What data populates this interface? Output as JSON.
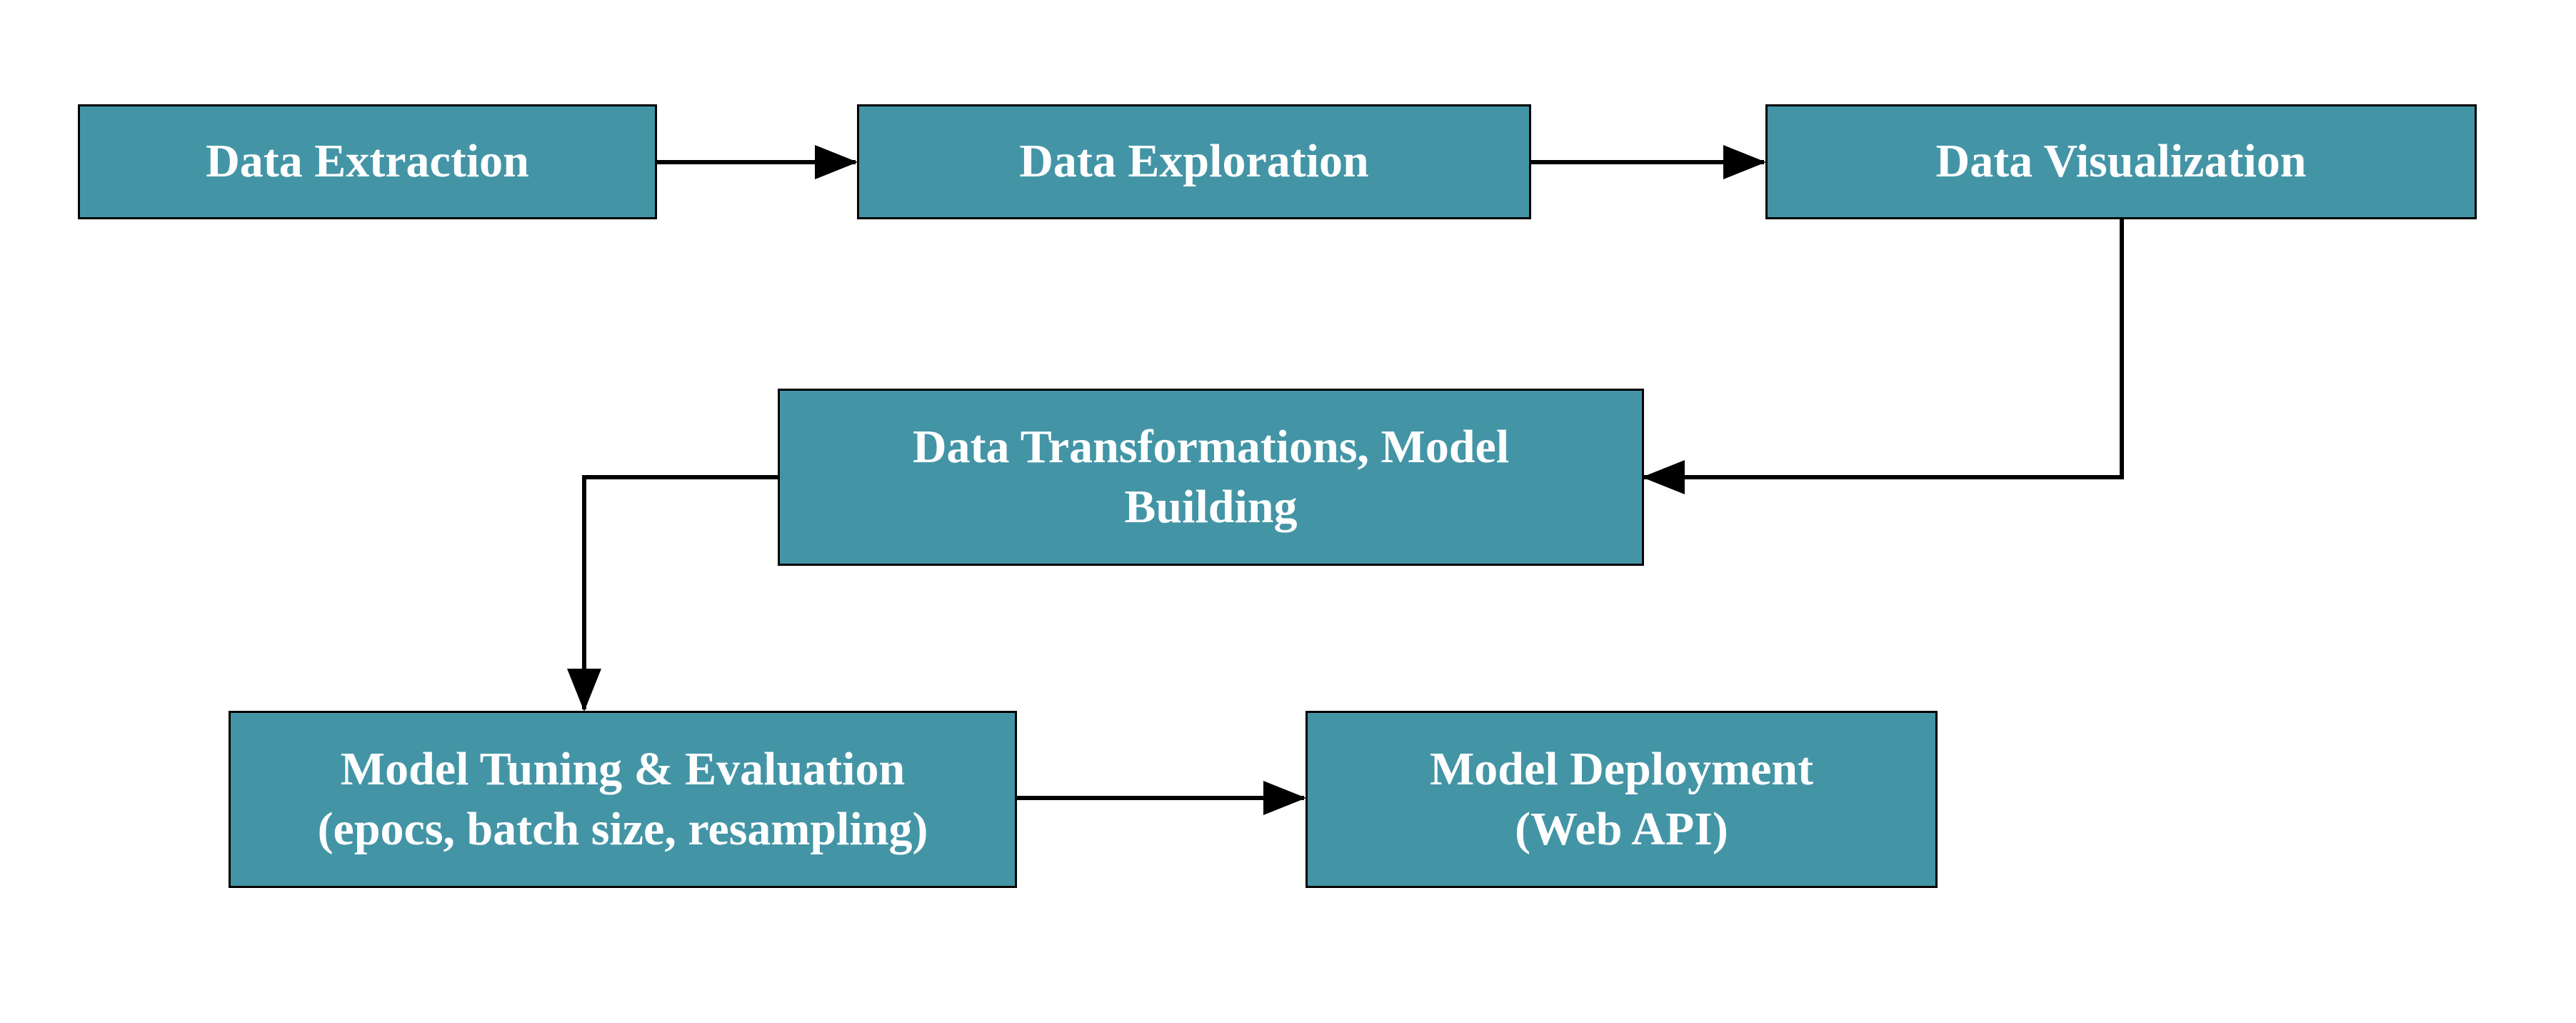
{
  "diagram": {
    "colors": {
      "node_fill": "#4395a6",
      "node_border": "#000000",
      "node_text": "#ffffff",
      "edge": "#000000",
      "background": "#ffffff"
    },
    "nodes": {
      "data_extraction": {
        "label": "Data Extraction"
      },
      "data_exploration": {
        "label": "Data Exploration"
      },
      "data_visualization": {
        "label": "Data Visualization"
      },
      "data_transformations": {
        "label": "Data Transformations, Model\nBuilding"
      },
      "model_tuning": {
        "label": "Model Tuning & Evaluation\n(epocs, batch size, resampling)"
      },
      "model_deployment": {
        "label": "Model Deployment\n(Web API)"
      }
    },
    "edges": [
      {
        "from": "data_extraction",
        "to": "data_exploration"
      },
      {
        "from": "data_exploration",
        "to": "data_visualization"
      },
      {
        "from": "data_visualization",
        "to": "data_transformations"
      },
      {
        "from": "data_transformations",
        "to": "model_tuning"
      },
      {
        "from": "model_tuning",
        "to": "model_deployment"
      }
    ]
  }
}
